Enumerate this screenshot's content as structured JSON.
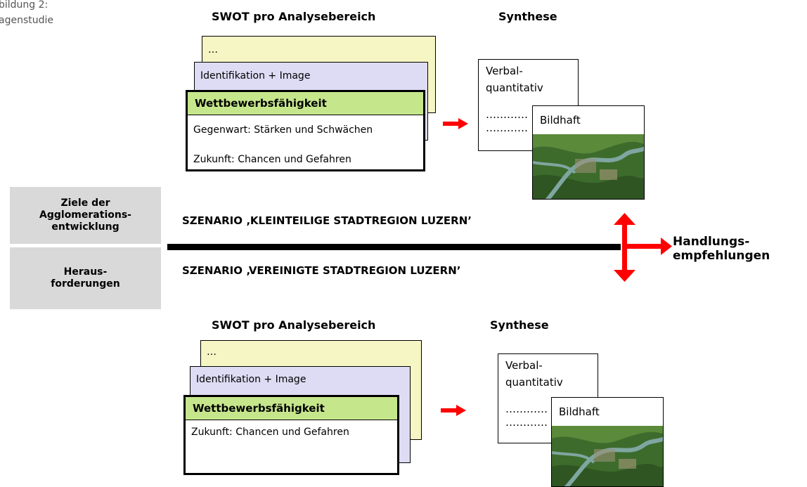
{
  "caption": [
    "bildung 2:",
    "agenstudie"
  ],
  "top": {
    "heading_swot": "SWOT pro Analysebereich",
    "heading_synthese": "Synthese",
    "card_back": "…",
    "card_mid": "Identifikation + Image",
    "card_main_title": "Wettbewerbsfähigkeit",
    "card_main_line1": "Gegenwart: Stärken und Schwächen",
    "card_main_line2": "Zukunft: Chancen und Gefahren",
    "synth_text1": "Verbal-",
    "synth_text2": "quantitativ",
    "synth_dots1": "…………",
    "synth_dots2": "…………",
    "bildhaft": "Bildhaft"
  },
  "side": {
    "box1": "Ziele der\nAgglomerations-\nentwicklung",
    "box2": "Heraus-\nforderungen"
  },
  "scenarios": {
    "s1": "SZENARIO ‚KLEINTEILIGE STADTREGION LUZERN’",
    "s2": "SZENARIO ‚VEREINIGTE STADTREGION LUZERN’"
  },
  "handlung": "Handlungs-\nempfehlungen",
  "bottom": {
    "heading_swot": "SWOT pro Analysebereich",
    "heading_synthese": "Synthese",
    "card_back": "…",
    "card_mid": "Identifikation + Image",
    "card_main_title": "Wettbewerbsfähigkeit",
    "card_main_line1": "Zukunft: Chancen und Gefahren",
    "synth_text1": "Verbal-",
    "synth_text2": "quantitativ",
    "synth_dots1": "…………",
    "synth_dots2": "…………",
    "bildhaft": "Bildhaft"
  },
  "colors": {
    "arrow": "#ff0000",
    "card_title_green": "#c6e68c",
    "card_yellow": "#f6f6c4",
    "card_purple": "#dedcf4",
    "side_gray": "#d9d9d9"
  }
}
